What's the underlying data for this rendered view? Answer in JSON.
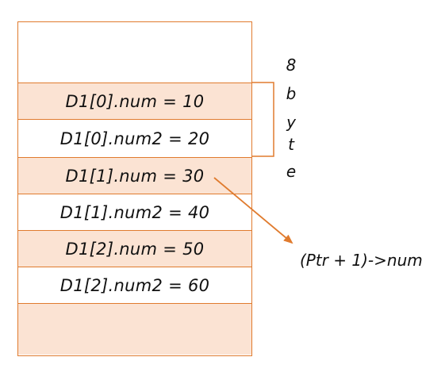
{
  "cells": [
    {
      "label": ""
    },
    {
      "label": "D1[0].num = 10"
    },
    {
      "label": "D1[0].num2 = 20"
    },
    {
      "label": "D1[1].num = 30"
    },
    {
      "label": "D1[1].num2 = 40"
    },
    {
      "label": "D1[2].num = 50"
    },
    {
      "label": "D1[2].num2 = 60"
    },
    {
      "label": ""
    }
  ],
  "size_label": [
    "8",
    "b",
    "y",
    "t",
    "e"
  ],
  "pointer_label": "(Ptr + 1)->num",
  "colors": {
    "border": "#e07b2e",
    "shaded_fill": "#fbe3d3",
    "arrow": "#e07b2e"
  }
}
